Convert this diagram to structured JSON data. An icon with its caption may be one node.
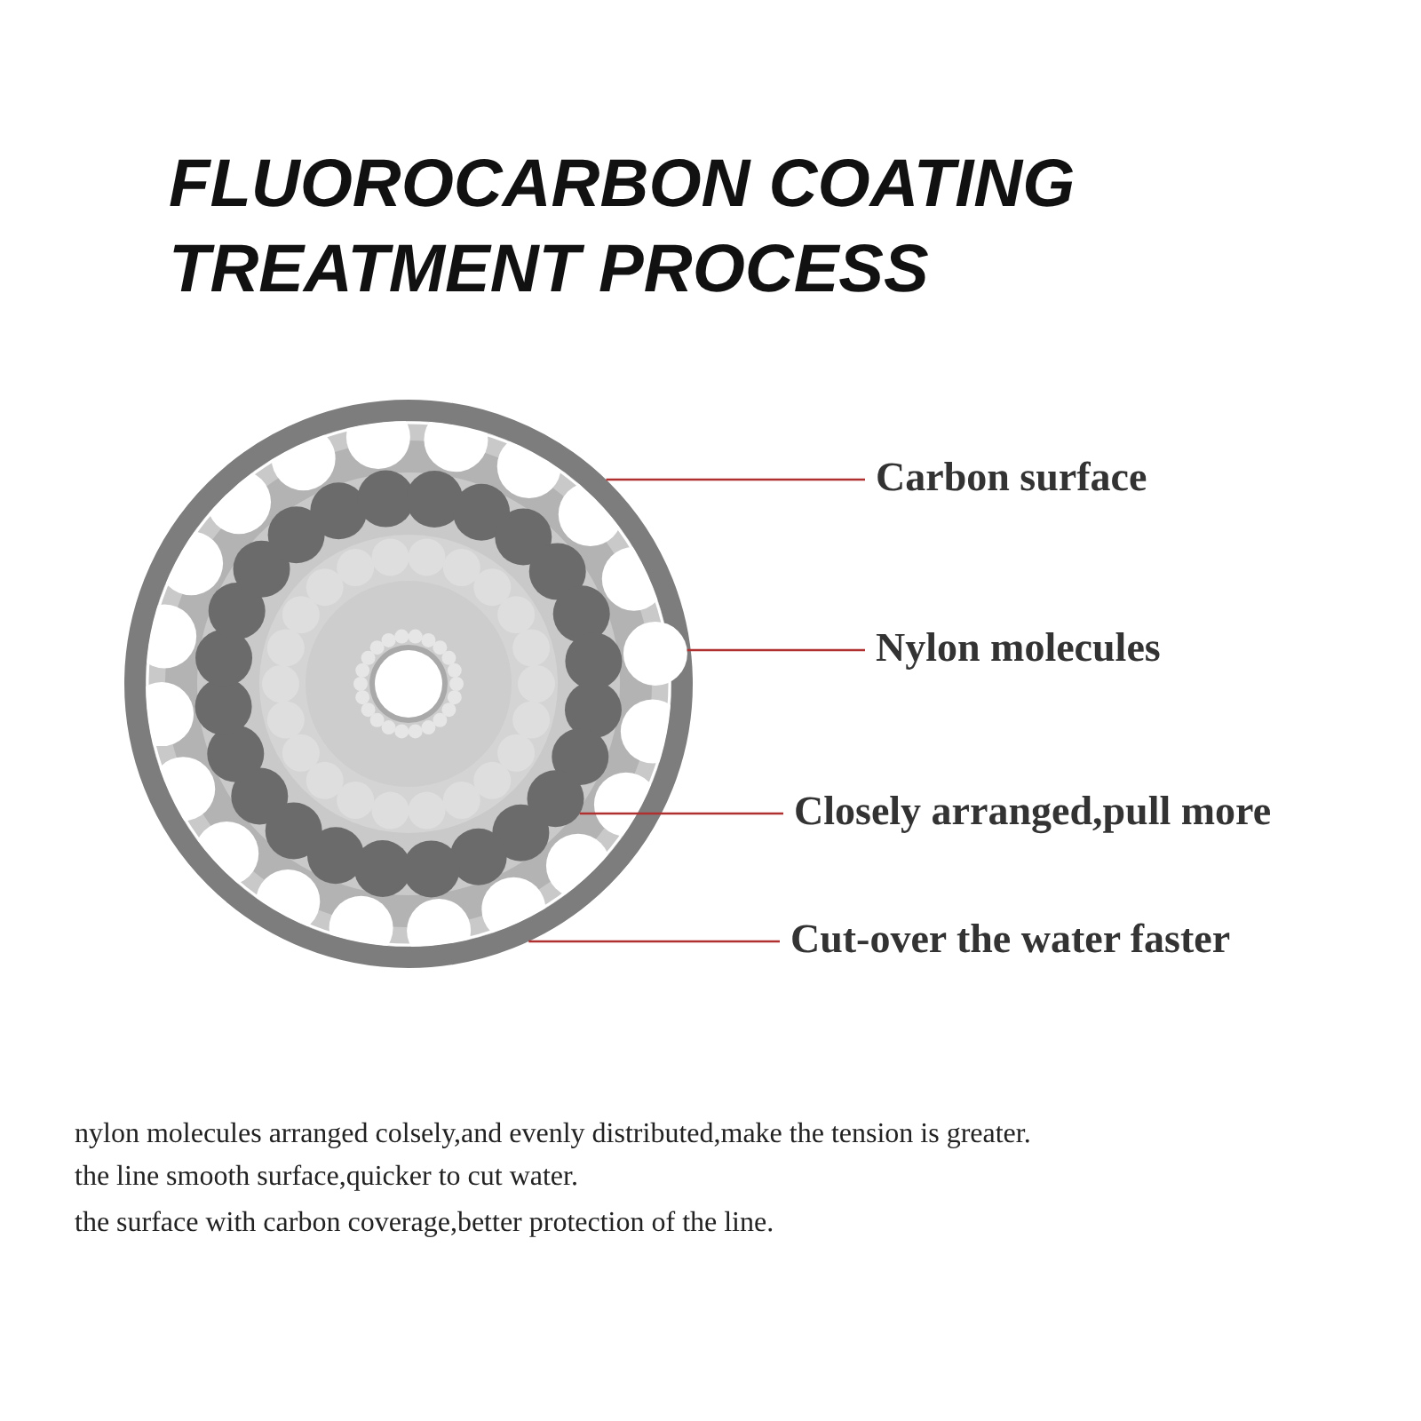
{
  "diagram": {
    "title": "FLUOROCARBON COATING TREATMENT PROCESS",
    "nodes": [
      {
        "text": [
          "Carbon surface"
        ]
      },
      {
        "text": [
          "Nylon molecules"
        ]
      },
      {
        "text": [
          "Closely arranged,pull more"
        ]
      },
      {
        "text": [
          "Cut-over the water faster"
        ]
      },
      {
        "text": [],
        "shape": "circle"
      },
      {
        "text": [],
        "shape": "circle",
        "in": 4
      },
      {
        "text": [],
        "shape": "circle",
        "in": 4
      }
    ],
    "edges": [
      {
        "from": 0,
        "to": 4,
        "arrow": "none"
      },
      {
        "from": 1,
        "to": 5,
        "arrow": "none"
      },
      {
        "from": 2,
        "to": 6,
        "arrow": "none"
      },
      {
        "from": 3,
        "to": 4,
        "arrow": "none"
      }
    ],
    "labels": [
      "nylon molecules arranged colsely,and evenly distributed,make the tension is greater.",
      "the line smooth surface,quicker to cut water.",
      "the surface with carbon coverage,better protection of the line."
    ]
  }
}
